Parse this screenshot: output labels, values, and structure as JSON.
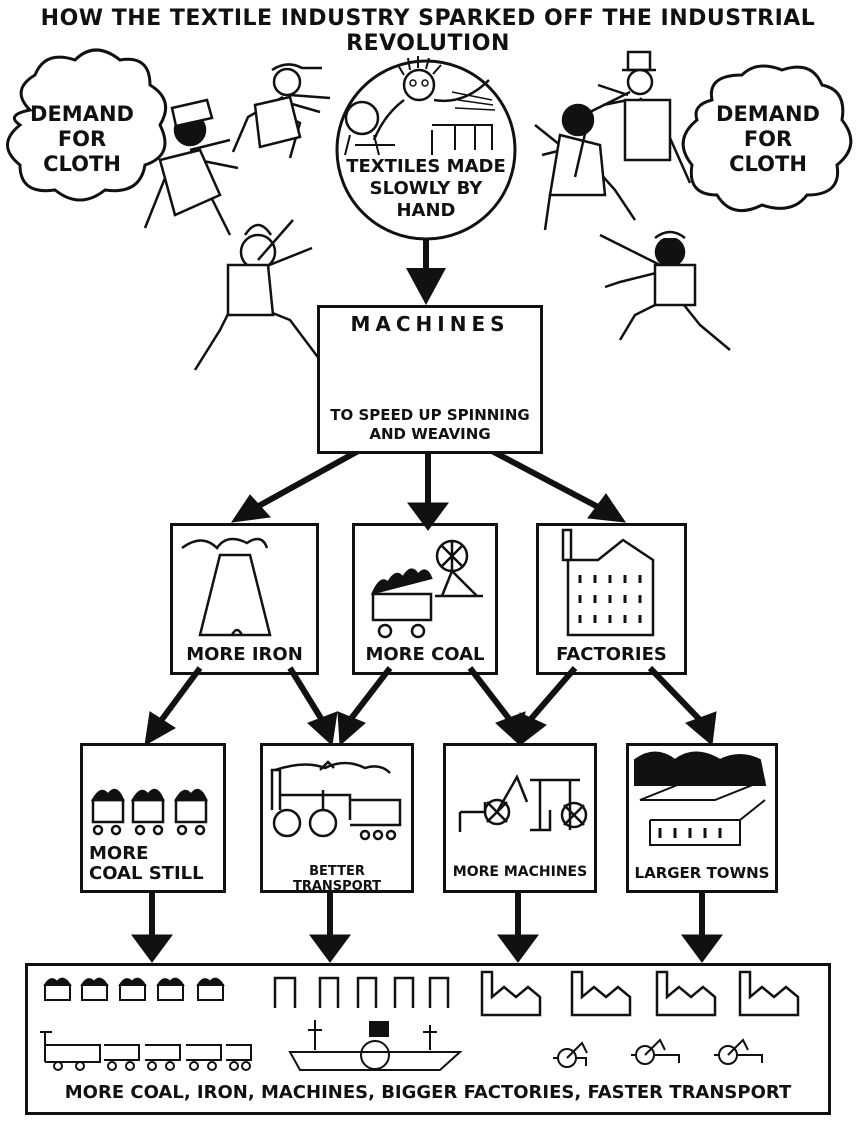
{
  "title": "HOW THE TEXTILE INDUSTRY SPARKED OFF THE INDUSTRIAL REVOLUTION",
  "demand_left": {
    "line1": "DEMAND",
    "line2": "FOR",
    "line3": "CLOTH"
  },
  "demand_right": {
    "line1": "DEMAND",
    "line2": "FOR",
    "line3": "CLOTH"
  },
  "hand": {
    "line1": "TEXTILES MADE",
    "line2": "SLOWLY BY",
    "line3": "HAND"
  },
  "machines": {
    "heading": "MACHINES",
    "line1": "TO SPEED UP SPINNING",
    "line2": "AND WEAVING"
  },
  "level2": {
    "iron": "MORE IRON",
    "coal": "MORE COAL",
    "factories": "FACTORIES"
  },
  "level3": {
    "coal_still_1": "MORE",
    "coal_still_2": "COAL STILL",
    "transport": "BETTER TRANSPORT",
    "machines": "MORE MACHINES",
    "towns": "LARGER TOWNS"
  },
  "result": "MORE COAL, IRON, MACHINES, BIGGER FACTORIES, FASTER TRANSPORT"
}
